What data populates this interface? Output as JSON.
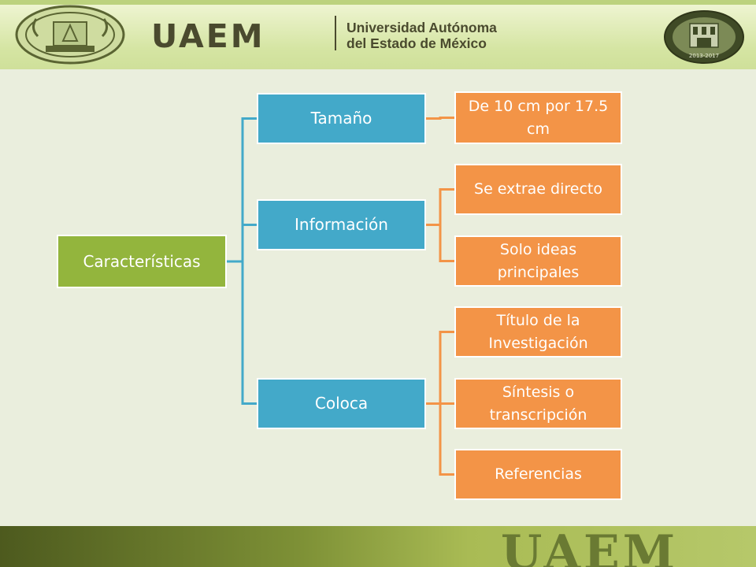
{
  "header": {
    "logo_text": "UAEM",
    "university_line1": "Universidad Autónoma",
    "university_line2": "del Estado de México",
    "seal_left_icon": "university-seal-icon",
    "seal_right_icon": "administration-seal-icon",
    "seal_right_years": "2013-2017"
  },
  "footer": {
    "logo_text": "UAEM"
  },
  "diagram": {
    "root": "Características",
    "branches": [
      {
        "label": "Tamaño",
        "children": [
          "De 10 cm por 17.5 cm"
        ]
      },
      {
        "label": "Información",
        "children": [
          "Se extrae directo",
          "Solo ideas principales"
        ]
      },
      {
        "label": "Coloca",
        "children": [
          "Título de la Investigación",
          "Síntesis o transcripción",
          "Referencias"
        ]
      }
    ]
  },
  "colors": {
    "root": "#93b53d",
    "branch": "#43a9c9",
    "leaf": "#f39447",
    "branch_line": "#43a9c9",
    "leaf_line": "#f39447"
  }
}
